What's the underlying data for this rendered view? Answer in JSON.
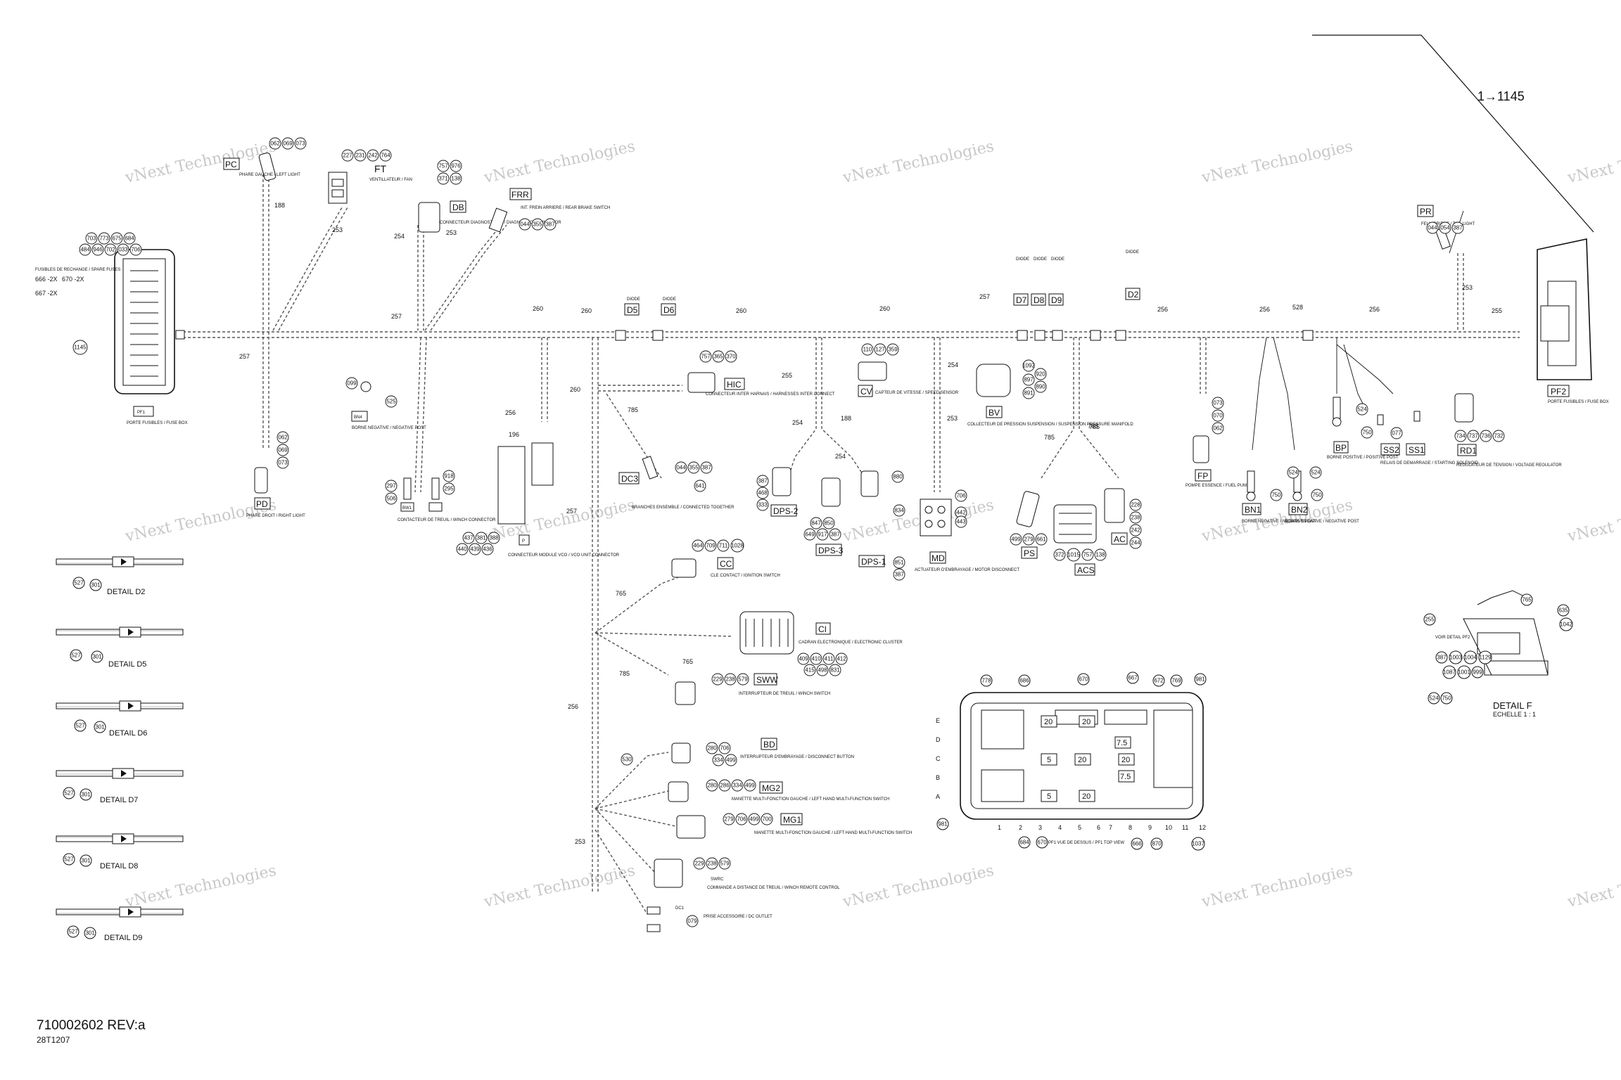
{
  "header": {
    "arrow_ref": "1→1145"
  },
  "footer": {
    "part_number": "710002602 REV:a",
    "sheet_code": "28T1207"
  },
  "watermark": "vNext Technologies",
  "harness_numbers": [
    "257",
    "188",
    "253",
    "254",
    "253",
    "257",
    "260",
    "260",
    "260",
    "260",
    "257",
    "256",
    "256",
    "528",
    "256",
    "255",
    "253",
    "254",
    "255",
    "188",
    "254",
    "254",
    "253",
    "765",
    "785",
    "256",
    "257",
    "785",
    "765",
    "765",
    "253",
    "196",
    "256",
    "260",
    "765",
    "785"
  ],
  "components": [
    {
      "code": "PC",
      "desc": "PHARE GAUCHE / LEFT LIGHT",
      "nums": [
        "062",
        "069",
        "073"
      ]
    },
    {
      "code": "FT",
      "desc": "VENTILLATEUR / FAN",
      "nums": [
        "227",
        "231",
        "242",
        "764"
      ]
    },
    {
      "code": "DB",
      "desc": "CONNECTEUR DIAGNOSTIQUE / DIAGNOSTIC CONNECTOR",
      "nums": [
        "757",
        "976",
        "371",
        "138"
      ]
    },
    {
      "code": "FRR",
      "desc": "INT. FREIN ARRIERE / REAR BRAKE SWITCH",
      "nums": [
        "044",
        "355",
        "387"
      ]
    },
    {
      "code": "PF1",
      "desc": "PORTE FUSIBLES / FUSE BOX",
      "nums": [
        "703",
        "773",
        "675",
        "684",
        "484",
        "946",
        "702",
        "033",
        "706",
        "1145"
      ]
    },
    {
      "code": "PD",
      "desc": "PHARE DROIT / RIGHT LIGHT",
      "nums": [
        "062",
        "069",
        "073"
      ]
    },
    {
      "code": "BN4",
      "desc": "BORNE NEGATIVE / NEGATIVE POST",
      "nums": [
        "099",
        "525"
      ]
    },
    {
      "code": "BW1",
      "desc": "CONTACTEUR DE TREUIL / WINCH CONNECTOR",
      "nums": [
        "297",
        "506",
        "918",
        "295"
      ]
    },
    {
      "code": "P",
      "desc": "CONNECTEUR MODULE VCO / VCO UNIT CONNECTOR",
      "nums": [
        "437",
        "381",
        "388",
        "440",
        "439",
        "436"
      ]
    },
    {
      "code": "HIC",
      "desc": "CONNECTEUR INTER HARNAIS / HARNESSES INTER CONNECT",
      "nums": [
        "757",
        "365",
        "370"
      ]
    },
    {
      "code": "DC3",
      "desc": "BRANCHES ENSEMBLE / CONNECTED TOGETHER",
      "nums": [
        "044",
        "355",
        "387",
        "641"
      ]
    },
    {
      "code": "CV",
      "desc": "CAPTEUR DE VITESSE / SPEED SENSOR",
      "nums": [
        "110",
        "127",
        "359"
      ]
    },
    {
      "code": "BV",
      "desc": "COLLECTEUR DE PRESSION SUSPENSION / SUSPENSION PRESSURE MANIFOLD",
      "nums": [
        "1092",
        "920",
        "897",
        "890",
        "891"
      ]
    },
    {
      "code": "DPS-2",
      "desc": "",
      "nums": [
        "387",
        "468",
        "333"
      ]
    },
    {
      "code": "DPS-3",
      "desc": "",
      "nums": [
        "847",
        "850",
        "649",
        "917",
        "387"
      ]
    },
    {
      "code": "DPS-1",
      "desc": "",
      "nums": [
        "834",
        "851",
        "387"
      ]
    },
    {
      "code": "MD",
      "desc": "ACTUATEUR D'EMBRAYAGE / MOTOR DISCONNECT",
      "nums": [
        "706",
        "442",
        "443",
        "880"
      ]
    },
    {
      "code": "PS",
      "desc": "",
      "nums": [
        "499",
        "279",
        "661"
      ]
    },
    {
      "code": "ACS",
      "desc": "",
      "nums": [
        "372",
        "1015",
        "757",
        "138"
      ]
    },
    {
      "code": "AC",
      "desc": "",
      "nums": [
        "228",
        "238",
        "242",
        "244"
      ]
    },
    {
      "code": "FP",
      "desc": "POMPE ESSENCE / FUEL PUMP",
      "nums": [
        "073",
        "070",
        "062"
      ]
    },
    {
      "code": "BN1",
      "desc": "BORNE NEGATIVE / NEGATIVE POST",
      "nums": [
        "524",
        "750"
      ]
    },
    {
      "code": "BN2",
      "desc": "BORNE NEGATIVE / NEGATIVE POST",
      "nums": [
        "524",
        "750"
      ]
    },
    {
      "code": "BP",
      "desc": "BORNE POSITIVE / POSITIVE POST",
      "nums": [
        "524",
        "750"
      ]
    },
    {
      "code": "SS2",
      "desc": "RELAIS DE DEMARRAGE / STARTING SOLENOID",
      "nums": [
        "077"
      ]
    },
    {
      "code": "SS1",
      "desc": "",
      "nums": []
    },
    {
      "code": "RD1",
      "desc": "REGULATEUR DE TENSION / VOLTAGE REGULATOR",
      "nums": [
        "737",
        "736",
        "734",
        "732"
      ]
    },
    {
      "code": "PR",
      "desc": "FEU ARRIERE / TAIL LIGHT",
      "nums": [
        "044",
        "054",
        "387"
      ]
    },
    {
      "code": "PF2",
      "desc": "PORTE FUSIBLES / FUSE BOX",
      "nums": []
    },
    {
      "code": "CC",
      "desc": "CLE CONTACT / IGNITION SWITCH",
      "nums": [
        "464",
        "709",
        "711",
        "1028"
      ]
    },
    {
      "code": "CI",
      "desc": "CADRAN ELECTRONIQUE / ELECTRONIC CLUSTER",
      "nums": [
        "409",
        "410",
        "411",
        "412",
        "415",
        "498",
        "831"
      ]
    },
    {
      "code": "SWW",
      "desc": "INTERRUPTEUR DE TREUIL / WINCH SWITCH",
      "nums": [
        "229",
        "238",
        "579"
      ]
    },
    {
      "code": "BD",
      "desc": "INTERRUPTEUR D'EMBRAYAGE / DISCONNECT BUTTON",
      "nums": [
        "280",
        "706",
        "334",
        "499",
        "530"
      ]
    },
    {
      "code": "MG2",
      "desc": "MANETTE MULTI-FONCTION GAUCHE / LEFT HAND MULTI-FUNCTION SWITCH",
      "nums": [
        "280",
        "286",
        "334",
        "499"
      ]
    },
    {
      "code": "MG1",
      "desc": "MANETTE MULTI-FONCTION GAUCHE / LEFT HAND MULTI-FUNCTION SWITCH",
      "nums": [
        "279",
        "706",
        "499",
        "700"
      ]
    },
    {
      "code": "SWRC",
      "desc": "COMMANDE A DISTANCE DE TREUIL / WINCH REMOTE CONTROL",
      "nums": [
        "229",
        "238",
        "579"
      ]
    },
    {
      "code": "DC1",
      "desc": "PRISE ACCESSOIRE / DC OUTLET",
      "nums": [
        "079"
      ]
    }
  ],
  "diodes": [
    "D5",
    "D6",
    "D7",
    "D8",
    "D9",
    "D2"
  ],
  "diode_word": "DIODE",
  "details": [
    {
      "label": "DETAIL D2",
      "nums": [
        "527",
        "301"
      ]
    },
    {
      "label": "DETAIL D5",
      "nums": [
        "527",
        "301"
      ]
    },
    {
      "label": "DETAIL D6",
      "nums": [
        "527",
        "301"
      ]
    },
    {
      "label": "DETAIL D7",
      "nums": [
        "527",
        "301"
      ]
    },
    {
      "label": "DETAIL D8",
      "nums": [
        "527",
        "301"
      ]
    },
    {
      "label": "DETAIL D9",
      "nums": [
        "527",
        "301"
      ]
    }
  ],
  "detail_f": {
    "title": "DETAIL F",
    "scale": "ECHELLE 1 : 1",
    "voir": "VOIR DETAIL PF2",
    "nums": [
      "765",
      "635",
      "255",
      "1042",
      "387",
      "1003",
      "1004",
      "1129",
      "1087",
      "1001",
      "999",
      "524",
      "750"
    ]
  },
  "fuse_box_top": {
    "caption": "PF1 VUE DE DESSUS / PF1 TOP VIEW",
    "rows": [
      "E",
      "D",
      "C",
      "B",
      "A"
    ],
    "cols": [
      "1",
      "2",
      "3",
      "4",
      "5",
      "6",
      "7",
      "8",
      "9",
      "10",
      "11",
      "12"
    ],
    "fuses": [
      "20",
      "20",
      "7.5",
      "20",
      "7.5",
      "20",
      "5",
      "20",
      "5"
    ],
    "top_nums": [
      "778",
      "686",
      "670",
      "667",
      "672",
      "769",
      "981"
    ],
    "bottom_nums": [
      "981",
      "684",
      "670",
      "666",
      "870",
      "1037"
    ]
  },
  "pf1_spare": {
    "title": "FUSIBLES DE RECHANGE / SPARE FUSES",
    "lines": [
      "666 -2X",
      "670 -2X",
      "667 -2X"
    ]
  }
}
